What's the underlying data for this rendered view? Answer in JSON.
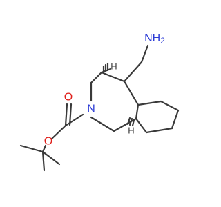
{
  "molecule": {
    "atoms": {
      "amine_N": "NH",
      "amine_H2": "2",
      "ring_N": "N",
      "carbonyl_O": "O",
      "ester_O": "O",
      "stereo_H_top": "H",
      "stereo_H_bottom": "H"
    },
    "colors": {
      "nitrogen": "#2b3bd6",
      "oxygen": "#e0201b",
      "carbon": "#3a3a3a",
      "hydrogen": "#3a3a3a"
    }
  }
}
